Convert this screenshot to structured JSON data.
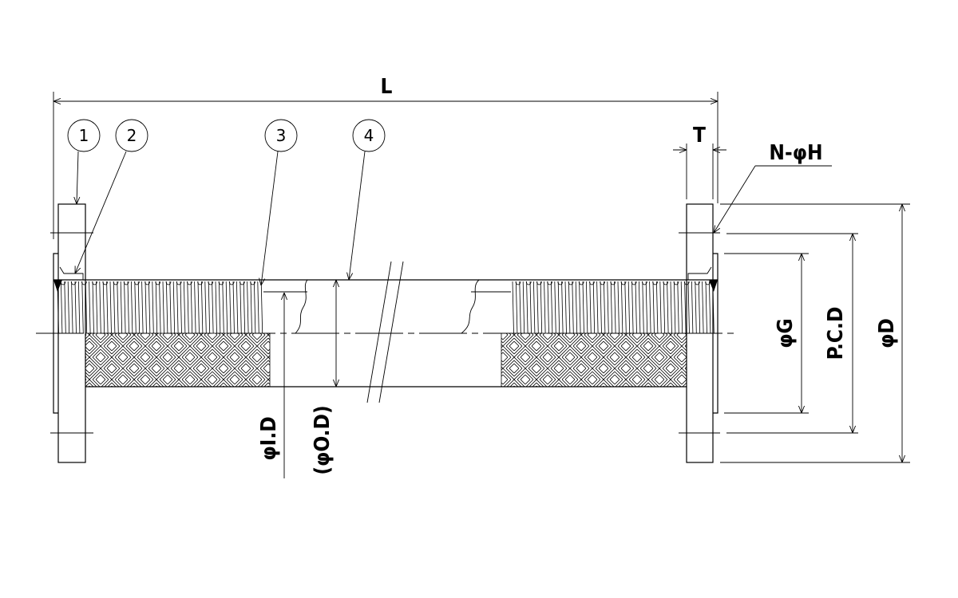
{
  "drawing": {
    "dimensions": {
      "length": "L",
      "flange_thickness": "T",
      "bolt_holes": "N-φH",
      "gasket_diameter": "φG",
      "pitch_circle_diameter": "P.C.D",
      "flange_outer_diameter": "φD",
      "inner_diameter": "φI.D",
      "outer_diameter": "(φO.D)"
    },
    "balloons": [
      "1",
      "2",
      "3",
      "4"
    ],
    "colors": {
      "line": "#000000",
      "background": "#ffffff"
    }
  }
}
